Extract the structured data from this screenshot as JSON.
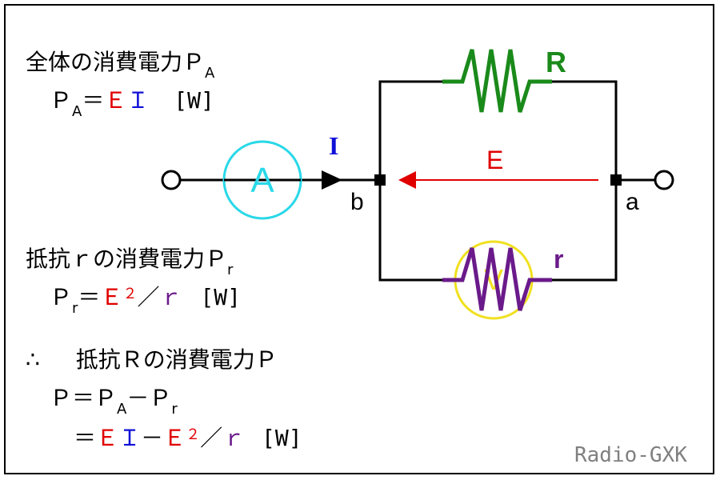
{
  "left": {
    "total": {
      "title": "全体の消費電力Ｐ",
      "title_sub": "A",
      "eq_p": "Ｐ",
      "eq_sub": "A",
      "eq_equals": "＝",
      "eq_e": "Ｅ",
      "eq_i": "Ｉ",
      "eq_unit": "[W]"
    },
    "r_power": {
      "title": "抵抗ｒの消費電力Ｐ",
      "title_sub": "r",
      "eq_p": "Ｐ",
      "eq_sub": "r",
      "eq_equals": "＝",
      "eq_e": "Ｅ",
      "eq_sq": "２",
      "eq_slash": "／",
      "eq_r": "ｒ",
      "eq_unit": "[W]"
    },
    "R_power": {
      "therefore": "∴",
      "title": "抵抗Ｒの消費電力Ｐ",
      "line1_p": "Ｐ＝Ｐ",
      "line1_sub1": "A",
      "line1_minus": "－Ｐ",
      "line1_sub2": "r",
      "line2_equals": "＝",
      "line2_e": "Ｅ",
      "line2_i": "Ｉ",
      "line2_minus": "－",
      "line2_e2": "Ｅ",
      "line2_sq": "２",
      "line2_slash": "／",
      "line2_r": "ｒ",
      "line2_unit": "[W]"
    }
  },
  "circuit": {
    "label_R": "R",
    "label_r": "r",
    "label_E": "E",
    "label_I": "I",
    "label_a": "a",
    "label_b": "b",
    "ammeter_letter": "A",
    "voltmeter_letter": "V"
  },
  "watermark": "Radio-GXK",
  "colors": {
    "red": "#e00000",
    "blue": "#1010d8",
    "purple": "#6a1a8a",
    "green": "#1a8a1a",
    "cyan": "#29d8e8",
    "yellow": "#f0e020"
  }
}
